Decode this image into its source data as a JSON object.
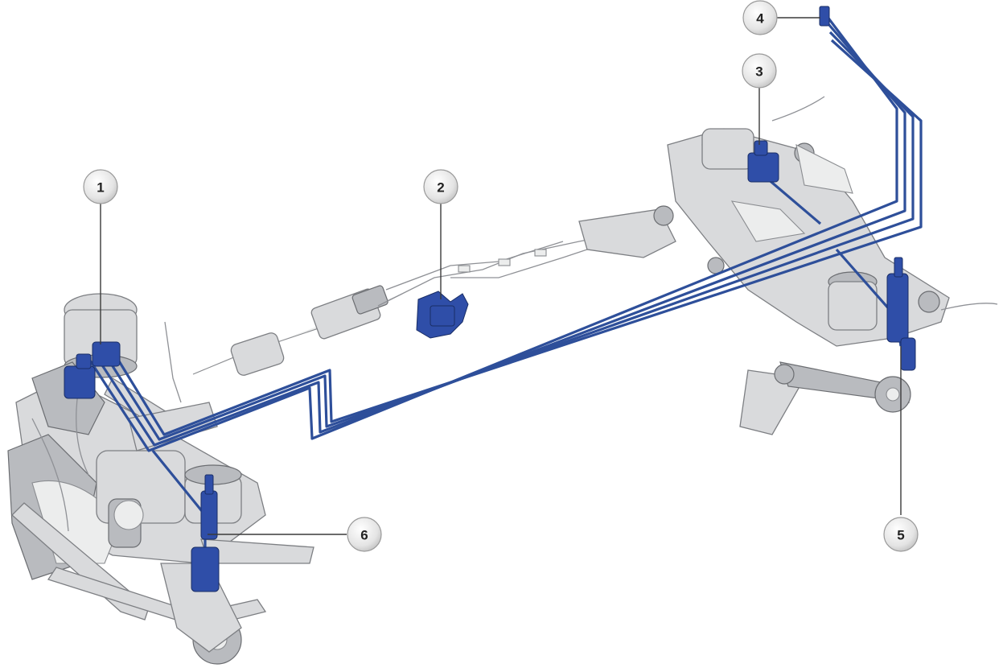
{
  "colors": {
    "line": "#2e4f9a",
    "component": "#2f4ea8",
    "metal": "#d9dadc"
  },
  "callouts": [
    {
      "id": "c1",
      "label": "1"
    },
    {
      "id": "c2",
      "label": "2"
    },
    {
      "id": "c3",
      "label": "3"
    },
    {
      "id": "c4",
      "label": "4"
    },
    {
      "id": "c5",
      "label": "5"
    },
    {
      "id": "c6",
      "label": "6"
    }
  ]
}
